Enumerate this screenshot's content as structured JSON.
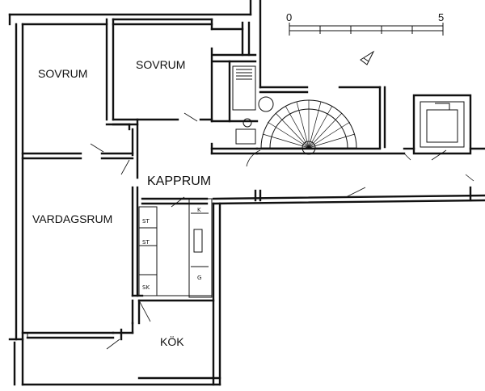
{
  "rooms": {
    "sovrum_1": "SOVRUM",
    "sovrum_2": "SOVRUM",
    "kapprum": "KAPPRUM",
    "vardagsrum": "VARDAGSRUM",
    "kok": "KÖK"
  },
  "scale_bar": {
    "start_label": "0",
    "end_label": "5"
  },
  "fixture_marks": {
    "st_upper": "ST",
    "st_lower": "ST",
    "sk": "SK",
    "k": "K",
    "g": "G"
  }
}
